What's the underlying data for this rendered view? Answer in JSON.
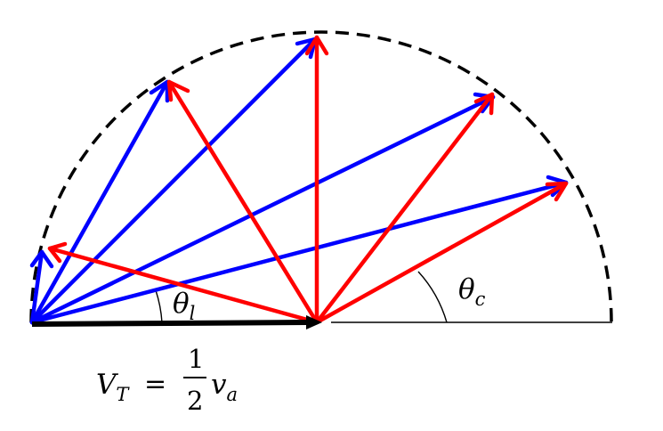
{
  "colors": {
    "lab_frame": "#0000ff",
    "cm_frame": "#ff0000",
    "velocity": "#000000",
    "circle": "#000000",
    "background": "#ffffff"
  },
  "labels": {
    "theta_l": {
      "symbol": "θ",
      "subscript": "l"
    },
    "theta_c": {
      "symbol": "θ",
      "subscript": "c"
    },
    "velocity": {
      "lhs": "V",
      "lhs_subscript": "T",
      "equals": "=",
      "numerator": "1",
      "denominator": "2",
      "rhs": "v",
      "rhs_subscript": "a"
    }
  }
}
